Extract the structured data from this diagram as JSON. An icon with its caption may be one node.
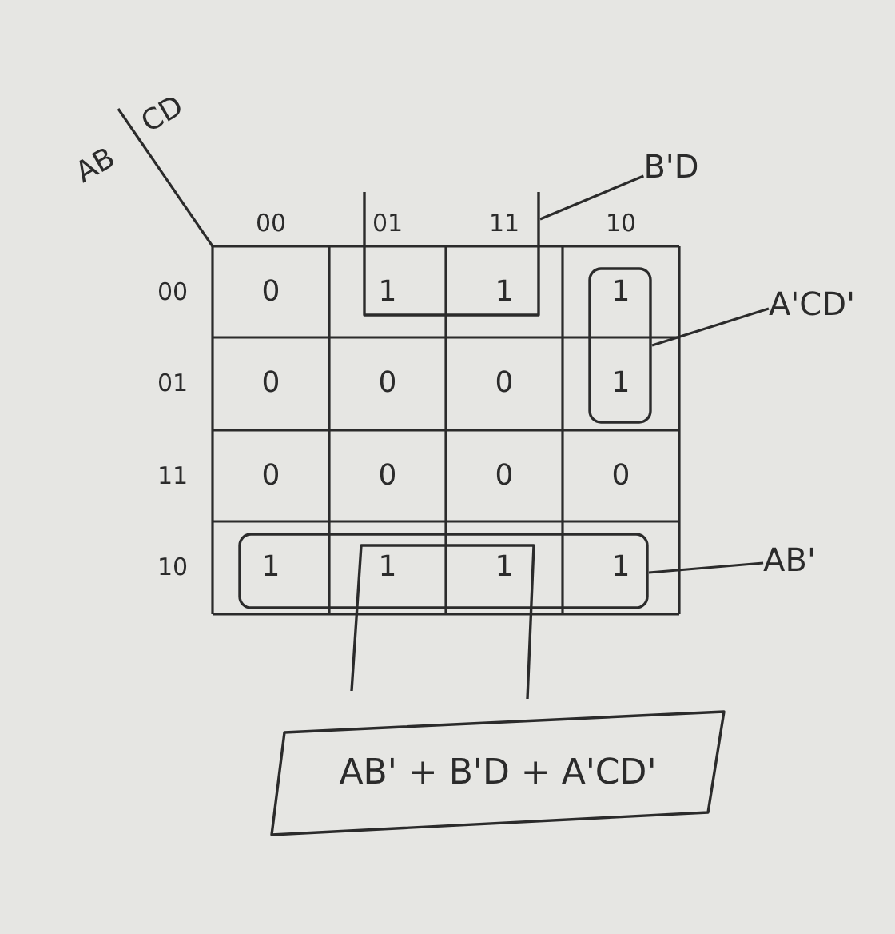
{
  "diagram": {
    "nodes": [
      {
        "text": [
          "B'D"
        ]
      },
      {
        "text": [],
        "shape": "box"
      },
      {
        "text": [
          "A'CD'"
        ]
      },
      {
        "text": [],
        "shape": "box"
      },
      {
        "text": [
          "AB'"
        ]
      },
      {
        "text": [],
        "shape": "box"
      },
      {
        "text": [],
        "shape": "box"
      },
      {
        "text": [
          "AB' + B'D + A'CD'"
        ]
      }
    ],
    "edges": [
      {
        "from": 0,
        "to": 1,
        "arrow": "none"
      },
      {
        "from": 2,
        "to": 3,
        "arrow": "none"
      },
      {
        "from": 4,
        "to": 5,
        "arrow": "none"
      }
    ],
    "labels": [
      "AB",
      "CD",
      "00",
      "01",
      "11",
      "10",
      "00",
      "0",
      "1",
      "1",
      "1",
      "01",
      "0",
      "0",
      "0",
      "1",
      "11",
      "0",
      "0",
      "0",
      "0",
      "10",
      "1",
      "1",
      "1",
      "1"
    ]
  }
}
